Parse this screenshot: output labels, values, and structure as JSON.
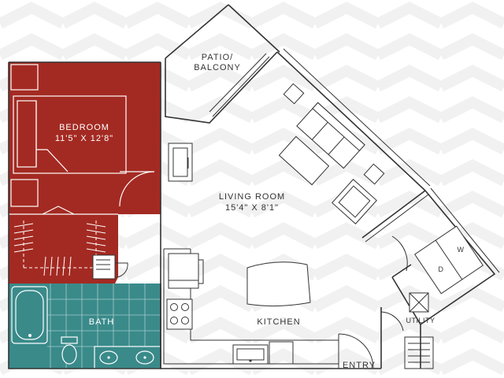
{
  "rooms": {
    "patio": {
      "line1": "PATIO/",
      "line2": "BALCONY"
    },
    "bedroom": {
      "name": "BEDROOM",
      "dims": "11'5\" X 12'8\""
    },
    "living": {
      "name": "LIVING ROOM",
      "dims": "15'4\" X 8'1\""
    },
    "kitchen": {
      "name": "KITCHEN"
    },
    "bath": {
      "name": "BATH"
    },
    "utility": {
      "name": "UTILITY"
    },
    "entry": {
      "name": "ENTRY"
    }
  },
  "appliances": {
    "washer": "W",
    "dryer": "D"
  },
  "colors": {
    "bedroom": "#a32a22",
    "bath": "#3a8a8a",
    "wall": "#333333",
    "background": "#ffffff",
    "chevron": "#f1f1f1"
  }
}
